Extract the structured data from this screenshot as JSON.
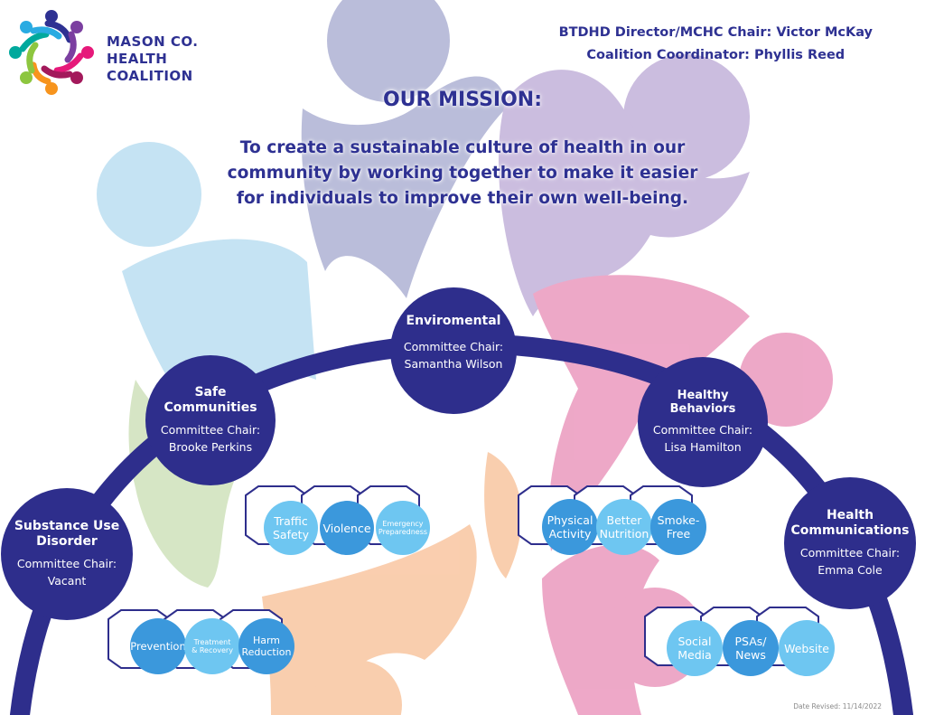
{
  "logo": {
    "line1": "MASON CO.",
    "line2": "HEALTH",
    "line3": "COALITION"
  },
  "leaders": {
    "director": "BTDHD Director/MCHC Chair: Victor McKay",
    "coordinator": "Coalition Coordinator: Phyllis Reed"
  },
  "mission": {
    "heading": "OUR MISSION:",
    "line1": "To create a sustainable culture of health in our",
    "line2": "community by working together to make it easier",
    "line3": "for individuals to improve their own well-being."
  },
  "committees": {
    "substance": {
      "name1": "Substance Use",
      "name2": "Disorder",
      "chair_label": "Committee Chair:",
      "chair": "Vacant"
    },
    "safe": {
      "name1": "Safe",
      "name2": "Communities",
      "chair_label": "Committee Chair:",
      "chair": "Brooke Perkins"
    },
    "environmental": {
      "name1": "Enviromental",
      "chair_label": "Committee Chair:",
      "chair": "Samantha Wilson"
    },
    "healthy": {
      "name1": "Healthy",
      "name2": "Behaviors",
      "chair_label": "Committee Chair:",
      "chair": "Lisa Hamilton"
    },
    "comms": {
      "name1": "Health",
      "name2": "Communications",
      "chair_label": "Committee Chair:",
      "chair": "Emma Cole"
    }
  },
  "focus": {
    "substance": [
      {
        "l1": "Prevention",
        "l2": ""
      },
      {
        "l1": "Treatment",
        "l2": "& Recovery"
      },
      {
        "l1": "Harm",
        "l2": "Reduction"
      }
    ],
    "safe": [
      {
        "l1": "Traffic",
        "l2": "Safety"
      },
      {
        "l1": "Violence",
        "l2": ""
      },
      {
        "l1": "Emergency",
        "l2": "Preparedness"
      }
    ],
    "healthy": [
      {
        "l1": "Physical",
        "l2": "Activity"
      },
      {
        "l1": "Better",
        "l2": "Nutrition"
      },
      {
        "l1": "Smoke-",
        "l2": "Free"
      }
    ],
    "comms": [
      {
        "l1": "Social",
        "l2": "Media"
      },
      {
        "l1": "PSAs/",
        "l2": "News"
      },
      {
        "l1": "Website",
        "l2": ""
      }
    ]
  },
  "footer": {
    "date_revised": "Date Revised: 11/14/2022"
  },
  "colors": {
    "navy": "#2e2e8c",
    "text_blue": "#2e3192",
    "light_blue": "#6ec6f1",
    "mid_blue": "#3b98dc",
    "bg_lilac": "#b3b6d6",
    "bg_purple": "#c6b6dc",
    "bg_sky": "#bfe0f2",
    "bg_pink": "#ec9fc2",
    "bg_peach": "#f9c9a6",
    "bg_green": "#d2e3bf"
  }
}
